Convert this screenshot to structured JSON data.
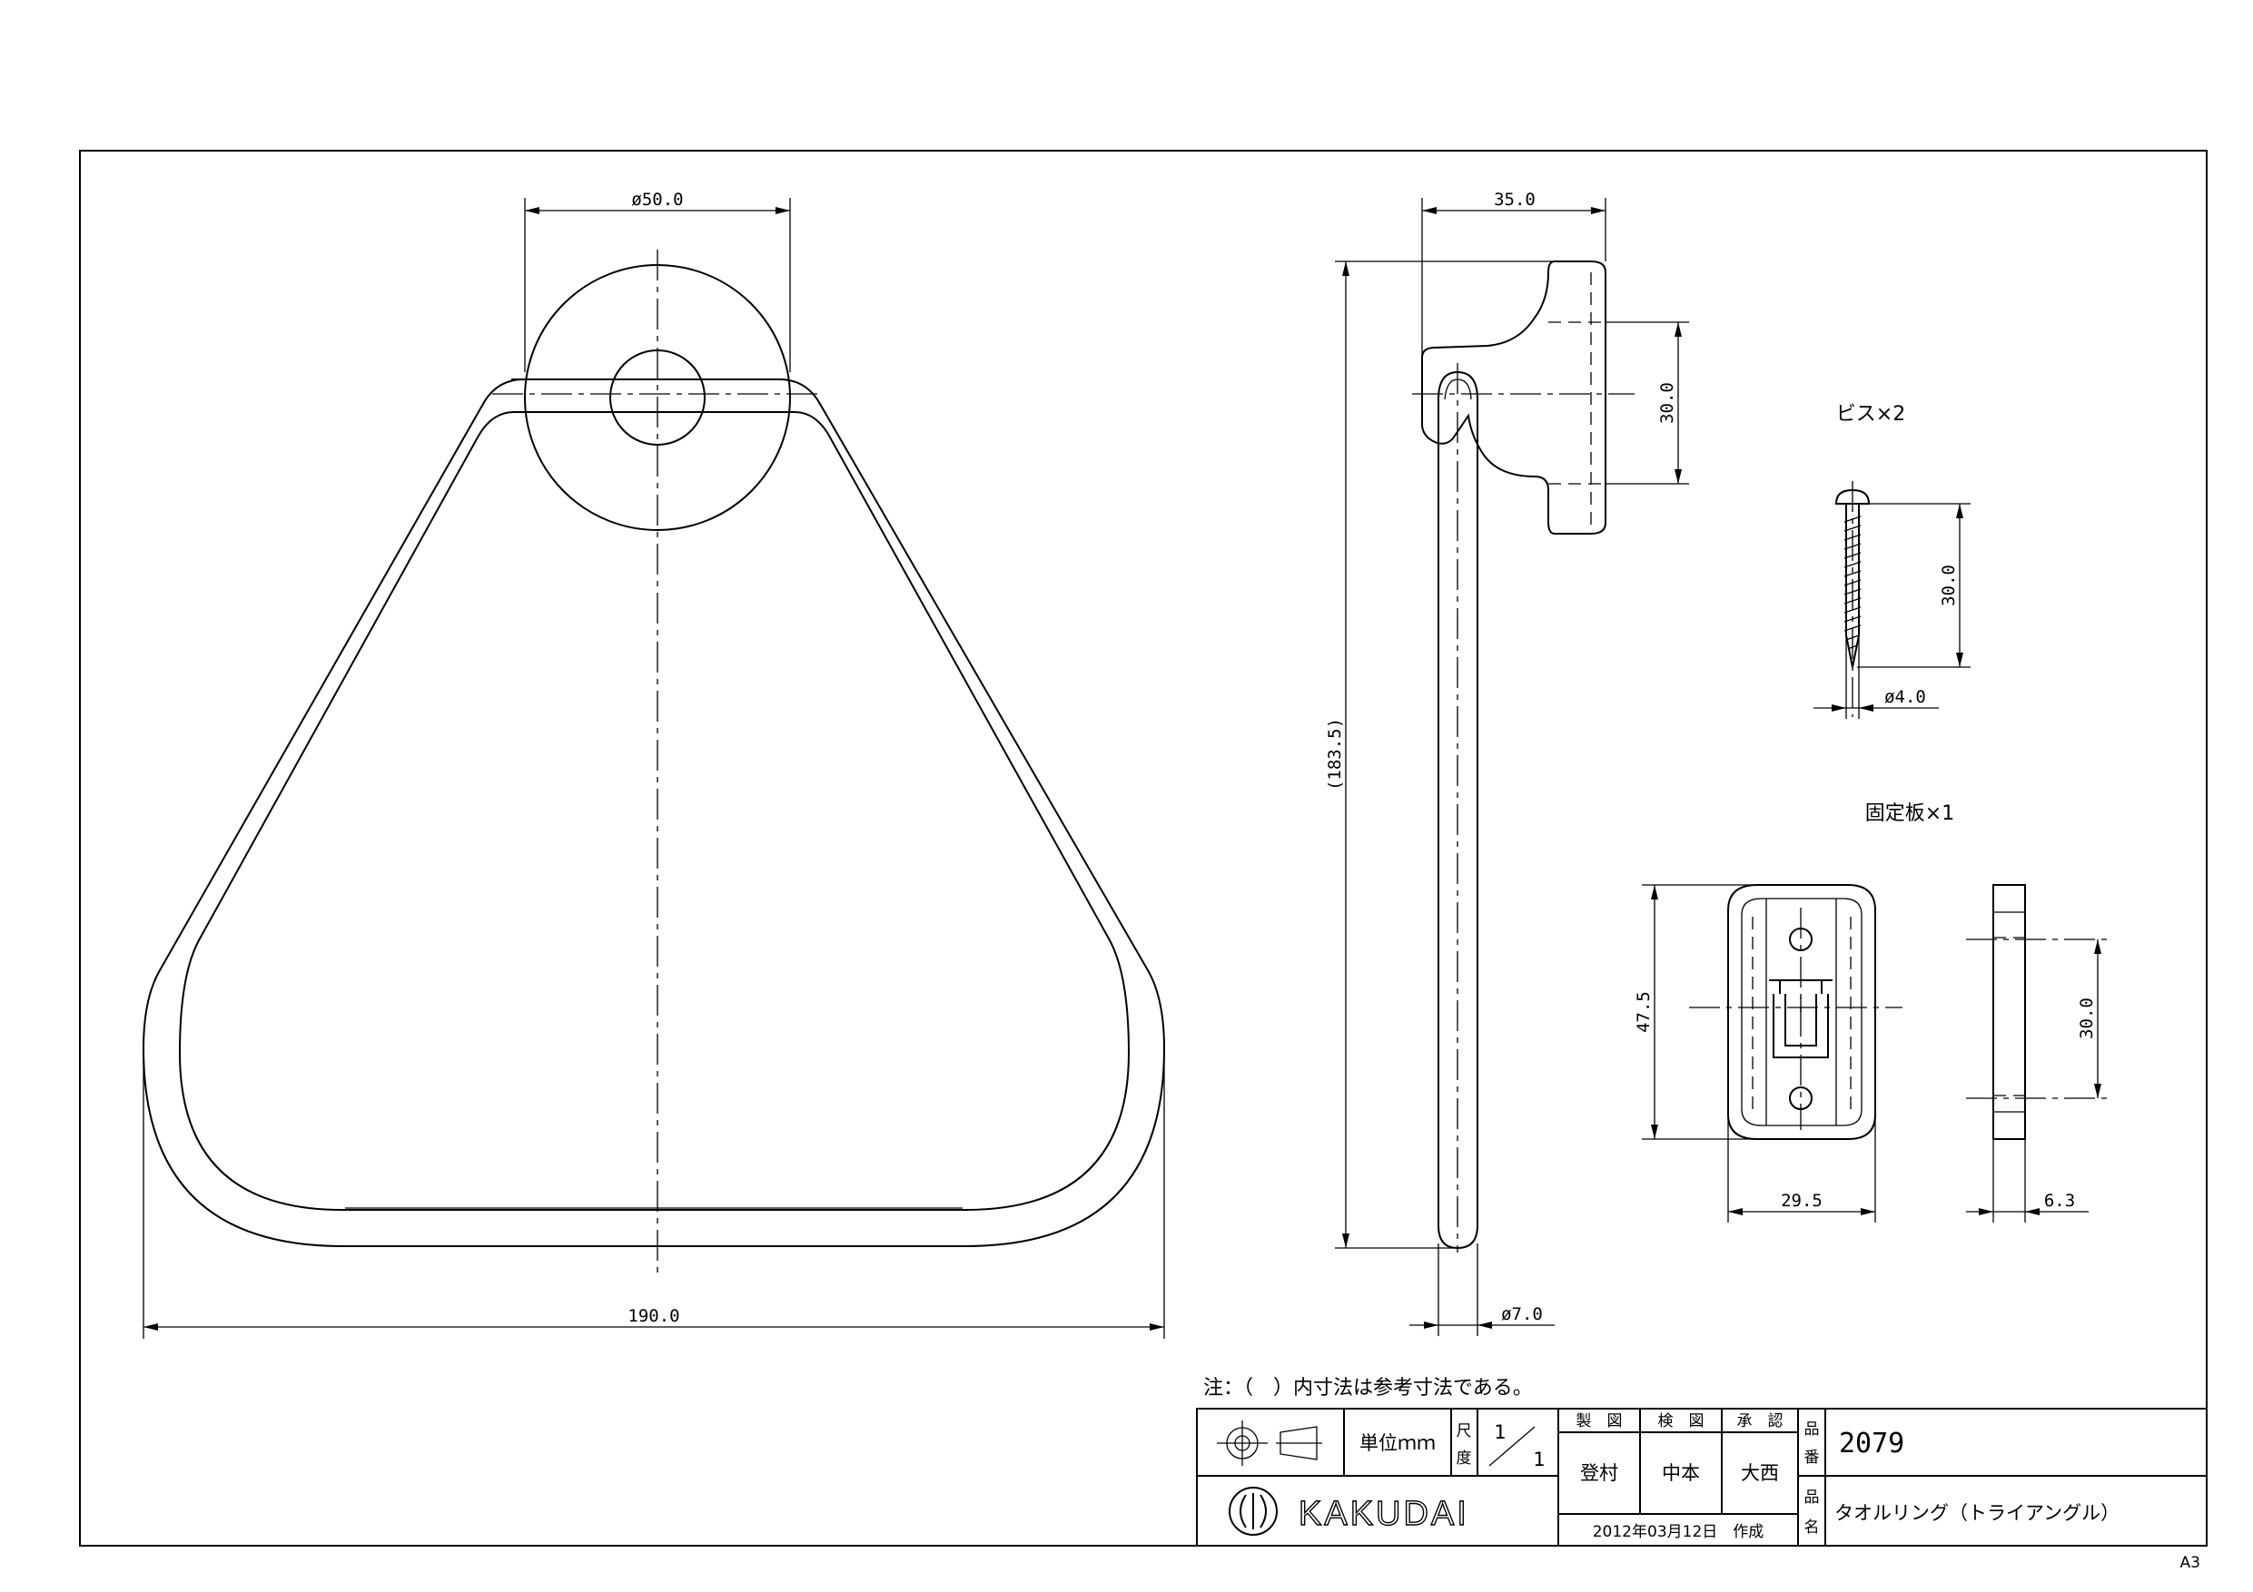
{
  "dims": {
    "front_dia": "ø50.0",
    "front_width": "190.0",
    "side_depth": "35.0",
    "side_30": "30.0",
    "side_height": "(183.5)",
    "rod_dia": "ø7.0",
    "screw_len": "30.0",
    "screw_dia": "ø4.0",
    "plate_height": "47.5",
    "plate_width": "29.5",
    "plate_side_30": "30.0",
    "plate_thick": "6.3"
  },
  "labels": {
    "screw": "ビス×2",
    "plate": "固定板×1",
    "note": "注：（　）内寸法は参考寸法である。"
  },
  "title_block": {
    "unit": "単位ｍｍ",
    "scale_label_1": "尺",
    "scale_label_2": "度",
    "scale_num": "1",
    "scale_den": "1",
    "h_drawn": "製　図",
    "h_checked": "検　図",
    "h_approved": "承　認",
    "drawn": "登村",
    "checked": "中本",
    "approved": "大西",
    "date": "2012年03月12日　作成",
    "hinban_1": "品",
    "hinban_2": "番",
    "hinmei_1": "品",
    "hinmei_2": "名",
    "part_no": "2079",
    "part_name": "タオルリング（トライアングル）",
    "company": "KAKUDAI"
  },
  "sheet_size": "A3"
}
